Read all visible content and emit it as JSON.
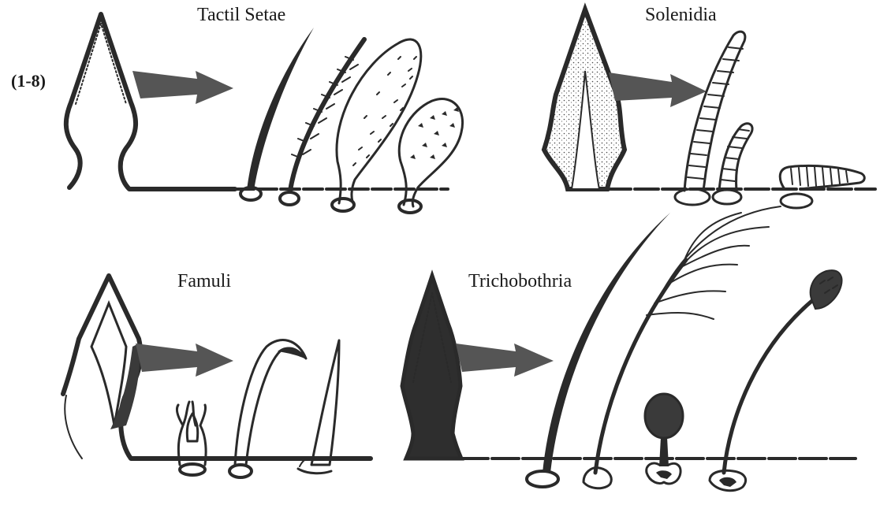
{
  "figure_number": "(1-8)",
  "panels": {
    "tactile": {
      "title": "Tactil Setae"
    },
    "solenidia": {
      "title": "Solenidia"
    },
    "famuli": {
      "title": "Famuli"
    },
    "trichobothria": {
      "title": "Trichobothria"
    }
  },
  "colors": {
    "ink": "#2a2a2a",
    "fill_dark": "#3a3a3a",
    "arrow": "#555555",
    "background": "#ffffff"
  }
}
